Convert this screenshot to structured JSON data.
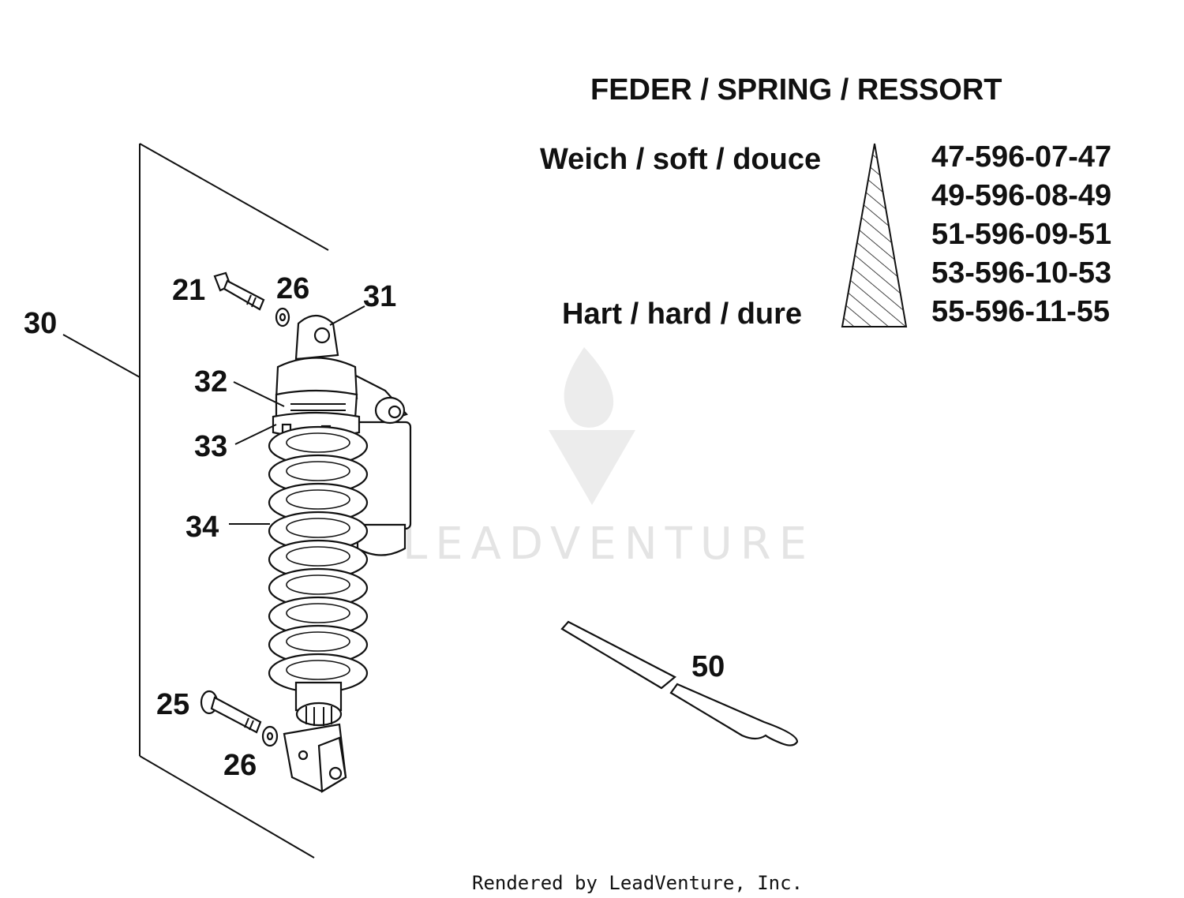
{
  "spec": {
    "title": "FEDER / SPRING / RESSORT",
    "soft_label": "Weich / soft / douce",
    "hard_label": "Hart / hard / dure",
    "part_numbers": [
      "47-596-07-47",
      "49-596-08-49",
      "51-596-09-51",
      "53-596-10-53",
      "55-596-11-55"
    ]
  },
  "callouts": {
    "c30": "30",
    "c21": "21",
    "c26_top": "26",
    "c31": "31",
    "c32": "32",
    "c33": "33",
    "c34": "34",
    "c25": "25",
    "c26_bottom": "26",
    "c50": "50"
  },
  "watermark": "LEADVENTURE",
  "footer": "Rendered by LeadVenture, Inc."
}
